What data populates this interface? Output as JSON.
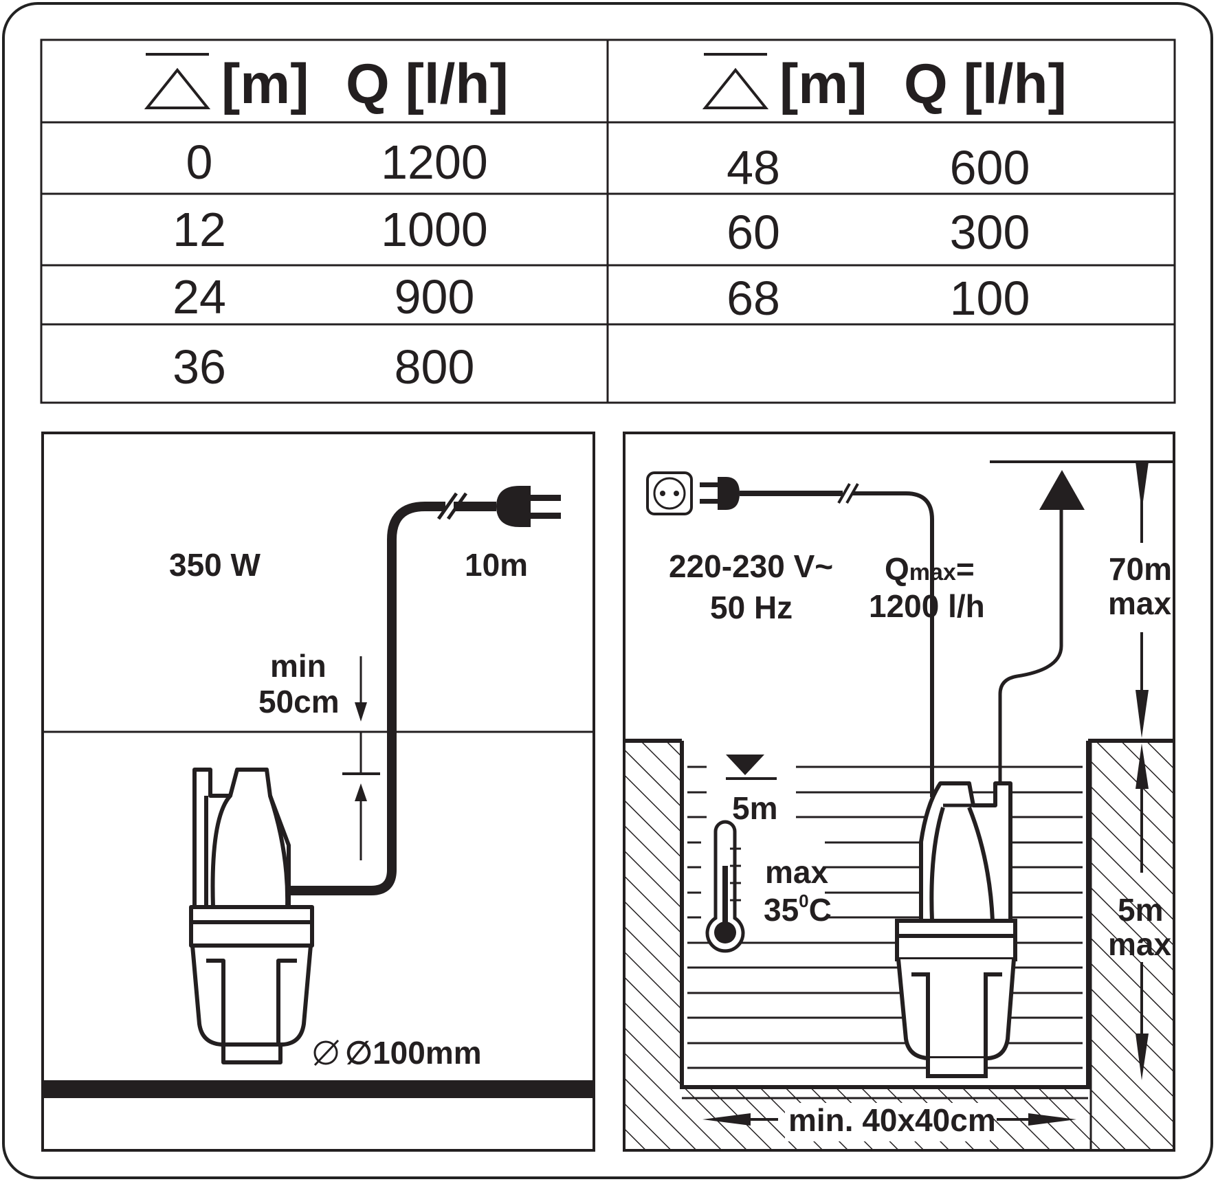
{
  "table": {
    "columns": [
      {
        "head_unit": "[m]",
        "head_q": "Q [l/h]"
      },
      {
        "head_unit": "[m]",
        "head_q": "Q [l/h]"
      }
    ],
    "left_rows": [
      {
        "h": "0",
        "q": "1200"
      },
      {
        "h": "12",
        "q": "1000"
      },
      {
        "h": "24",
        "q": "900"
      },
      {
        "h": "36",
        "q": "800"
      }
    ],
    "right_rows": [
      {
        "h": "48",
        "q": "600"
      },
      {
        "h": "60",
        "q": "300"
      },
      {
        "h": "68",
        "q": "100"
      }
    ]
  },
  "left_panel": {
    "power": "350 W",
    "cable_length": "10m",
    "min_label": "min",
    "min_value": "50cm",
    "diameter": "∅100mm"
  },
  "right_panel": {
    "voltage": "220-230 V~",
    "frequency": "50 Hz",
    "qmax_q": "Q",
    "qmax_sub": "max",
    "qmax_eq": "=",
    "qmax_value": "1200 l/h",
    "head_max": "70m",
    "head_max_word": "max",
    "depth": "5m",
    "temp_word": "max",
    "temp_value": "35",
    "temp_sup": "0",
    "temp_unit": "C",
    "immersion_max": "5m",
    "immersion_max_word": "max",
    "well_size": "min. 40x40cm"
  }
}
